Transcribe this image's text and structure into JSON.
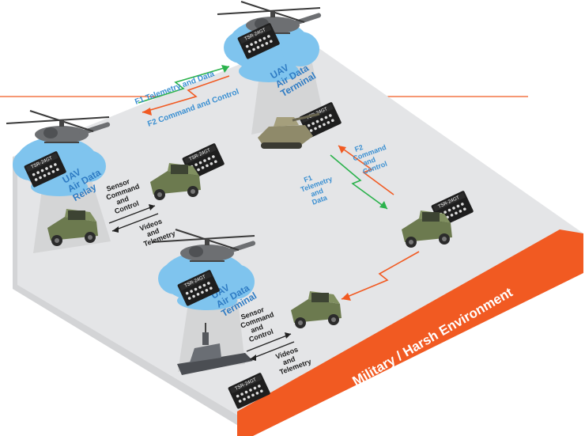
{
  "environment_label": "Military / Harsh Environment",
  "device_label": "TSR-24GT",
  "clouds": {
    "relay": {
      "line1": "UAV",
      "line2": "Air Data",
      "line3": "Relay"
    },
    "terminal_top": {
      "line1": "UAV",
      "line2": "Air Data",
      "line3": "Terminal"
    },
    "terminal_bottom": {
      "line1": "UAV",
      "line2": "Air Data",
      "line3": "Terminal"
    }
  },
  "links": {
    "f1_top": "F1 Telemetry and Data",
    "f2_top": "F2 Command and Control",
    "f2_mid": {
      "line1": "F2",
      "line2": "Command",
      "line3": "and",
      "line4": "Control"
    },
    "f1_mid": {
      "line1": "F1",
      "line2": "Telemetry",
      "line3": "and",
      "line4": "Data"
    }
  },
  "sensor_labels": {
    "left": {
      "line1": "Sensor",
      "line2": "Command",
      "line3": "and",
      "line4": "Control"
    },
    "bottom": {
      "line1": "Sensor",
      "line2": "Command",
      "line3": "and",
      "line4": "Control"
    }
  },
  "video_labels": {
    "left": {
      "line1": "Videos",
      "line2": "and",
      "line3": "Telemetry"
    },
    "bottom": {
      "line1": "Videos",
      "line2": "and",
      "line3": "Telemetry"
    }
  },
  "colors": {
    "accent": "#f15a22",
    "platform": "#e4e5e7",
    "f1_arrow": "#2bb24c",
    "f2_arrow": "#f15a22",
    "cloud": "#7fc4ee"
  }
}
